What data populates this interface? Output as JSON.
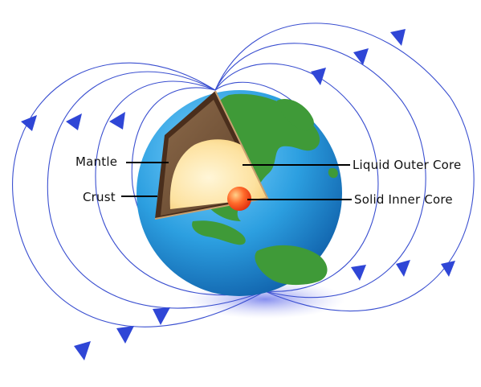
{
  "labels": {
    "mantle": "Mantle",
    "crust": "Crust",
    "outer_core": "Liquid Outer Core",
    "inner_core": "Solid Inner Core"
  },
  "colors": {
    "field_line": "#3a4fd0",
    "arrow": "#2f46d6",
    "ocean": "#2c9fe0",
    "land": "#3f9a38",
    "crust": "#4a2e1c",
    "mantle": "#7a5a3e",
    "outer_core": "#fde2a0",
    "inner_core": "#ff5a1e",
    "shadow": "#9aa2f0",
    "leader_line": "#000000"
  },
  "icons": {
    "field_arrows": "triangle-arrow-icon"
  }
}
